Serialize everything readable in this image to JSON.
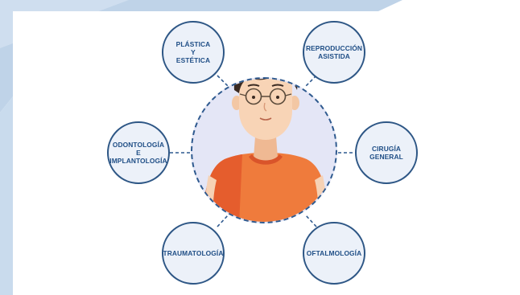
{
  "colors": {
    "accent": "#1f4e86",
    "bubble_fill": "#ecf1f9",
    "background_shape": "#bfd3e8",
    "center_fill": "#e4e6f6",
    "shirt": "#ef7b3c"
  },
  "center": {
    "icon": "person-with-glasses-icon"
  },
  "specialties": [
    {
      "label": "PLÁSTICA\nY\nESTÉTICA"
    },
    {
      "label": "REPRODUCCIÓN\nASISTIDA"
    },
    {
      "label": "ODONTOLOGÍA\nE\nIMPLANTOLOGÍA"
    },
    {
      "label": "CIRUGÍA\nGENERAL"
    },
    {
      "label": "TRAUMATOLOGÍA"
    },
    {
      "label": "OFTALMOLOGÍA"
    }
  ]
}
